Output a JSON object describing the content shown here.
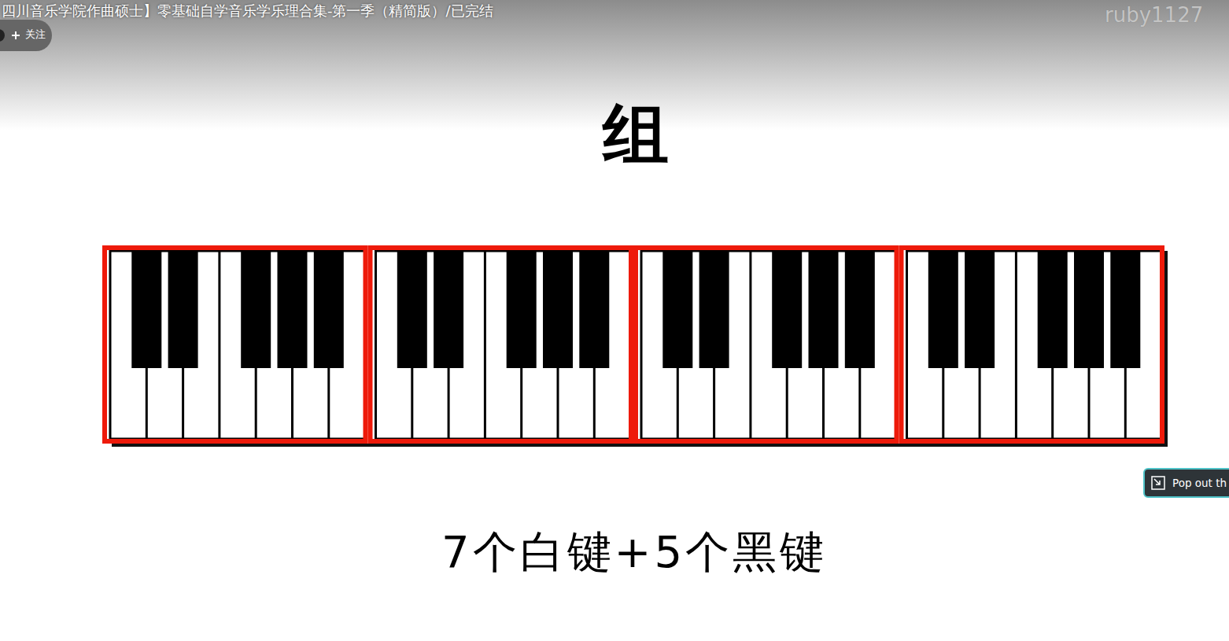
{
  "diagram": {
    "title": "组",
    "caption": "7个白键+5个黑键",
    "labels": [
      "四川音乐学院作曲硕士】零基础自学音乐学乐理合集-第一季（精简版）/已完结",
      "关注",
      "ruby1127",
      "Pop out th"
    ]
  }
}
